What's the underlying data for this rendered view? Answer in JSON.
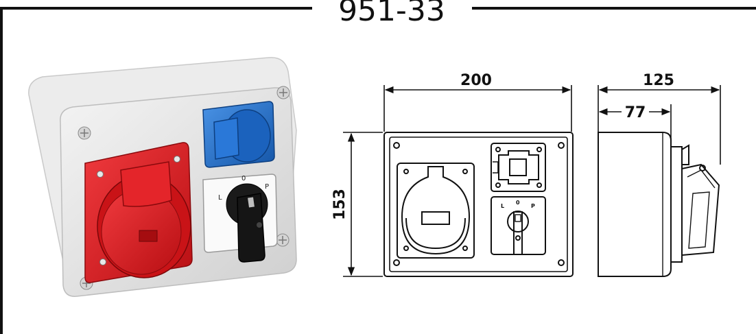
{
  "title": "951-33",
  "front_view": {
    "width_label": "200",
    "height_label": "153",
    "switch_positions": [
      "L",
      "0",
      "P"
    ]
  },
  "side_view": {
    "depth_label": "125",
    "inner_depth_label": "77"
  },
  "photo": {
    "switch_positions": [
      "L",
      "0",
      "P"
    ]
  },
  "colors": {
    "frame": "#111111",
    "enclosure": "#e6e6e6",
    "red_socket": "#d9161b",
    "blue_socket": "#1d6fd0",
    "knob": "#111111"
  }
}
